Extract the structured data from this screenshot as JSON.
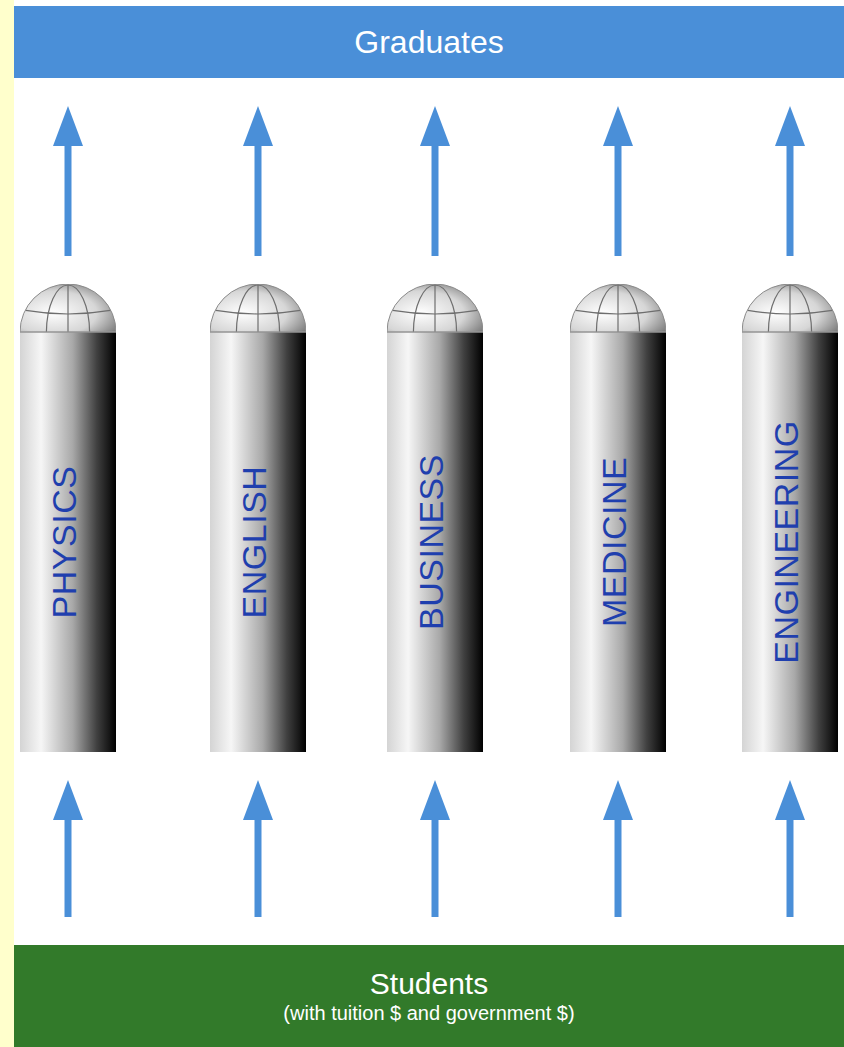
{
  "diagram": {
    "nodes": [
      {
        "text": [
          "Graduates"
        ]
      },
      {
        "text": [
          "PHYSICS"
        ]
      },
      {
        "text": [
          "ENGLISH"
        ]
      },
      {
        "text": [
          "BUSINESS"
        ]
      },
      {
        "text": [
          "MEDICINE"
        ]
      },
      {
        "text": [
          "ENGINEERING"
        ]
      },
      {
        "text": [
          "Students",
          "(with tuition $ and government $)"
        ]
      }
    ],
    "edges": [
      {
        "from": 6,
        "to": 1,
        "arrow": "to"
      },
      {
        "from": 6,
        "to": 2,
        "arrow": "to"
      },
      {
        "from": 6,
        "to": 3,
        "arrow": "to"
      },
      {
        "from": 6,
        "to": 4,
        "arrow": "to"
      },
      {
        "from": 6,
        "to": 5,
        "arrow": "to"
      },
      {
        "from": 1,
        "to": 0,
        "arrow": "to"
      },
      {
        "from": 2,
        "to": 0,
        "arrow": "to"
      },
      {
        "from": 3,
        "to": 0,
        "arrow": "to"
      },
      {
        "from": 4,
        "to": 0,
        "arrow": "to"
      },
      {
        "from": 5,
        "to": 0,
        "arrow": "to"
      }
    ]
  }
}
